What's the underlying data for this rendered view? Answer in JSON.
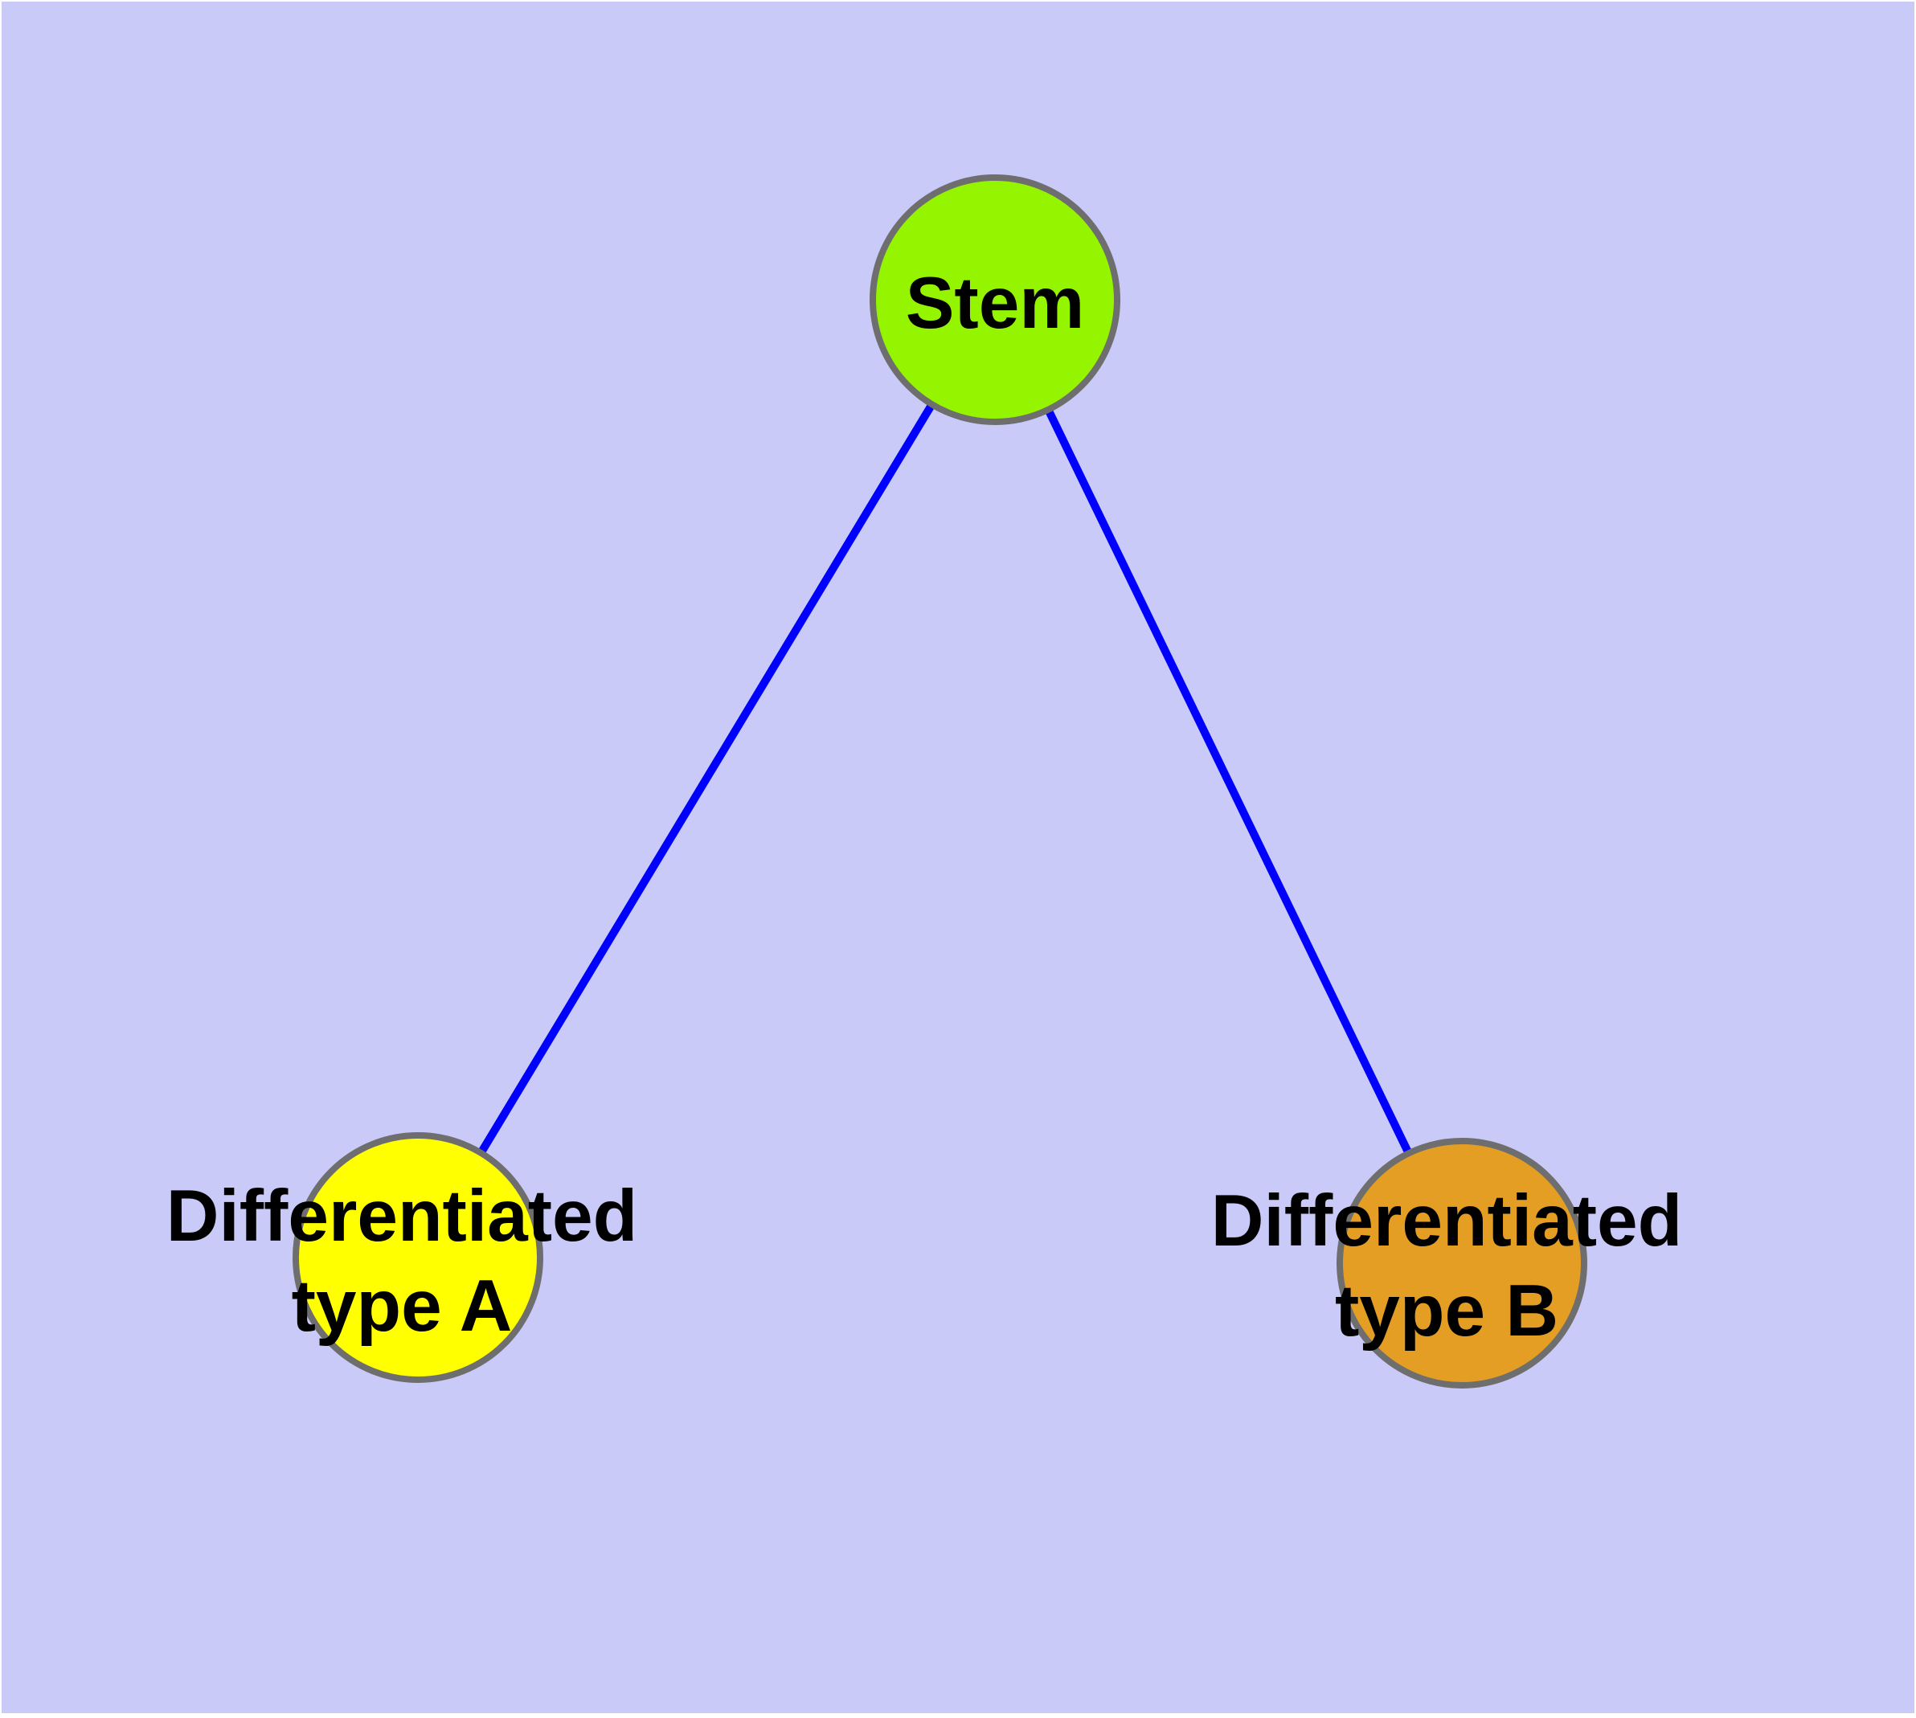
{
  "diagram": {
    "background_color": "#CACAF8",
    "page_edge_color": "#FFFFFF",
    "edge_color": "#0000FF",
    "text_color": "#000000",
    "node_border_color": "#6E6E6E",
    "nodes": [
      {
        "id": "stem",
        "label_lines": [
          "Stem"
        ],
        "fill": "#95F500",
        "border_color": "#6E6E6E"
      },
      {
        "id": "differentiated-type-a",
        "label_lines": [
          "Differentiated",
          "type A"
        ],
        "fill": "#FFFF00",
        "border_color": "#6E6E6E"
      },
      {
        "id": "differentiated-type-b",
        "label_lines": [
          "Differentiated",
          "type B"
        ],
        "fill": "#E49E24",
        "border_color": "#6E6E6E"
      }
    ],
    "edges": [
      {
        "from": "stem",
        "to": "differentiated-type-a"
      },
      {
        "from": "stem",
        "to": "differentiated-type-b"
      }
    ]
  }
}
